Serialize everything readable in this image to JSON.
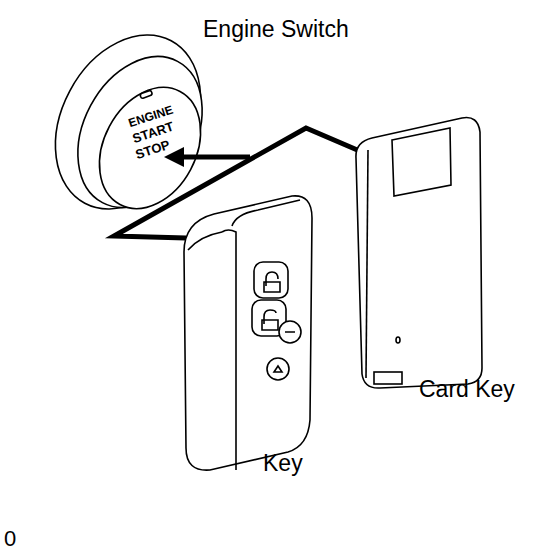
{
  "diagram": {
    "labels": [
      "Engine Switch",
      "ENGINE",
      "START",
      "STOP",
      "Key",
      "Card Key",
      "0"
    ]
  }
}
